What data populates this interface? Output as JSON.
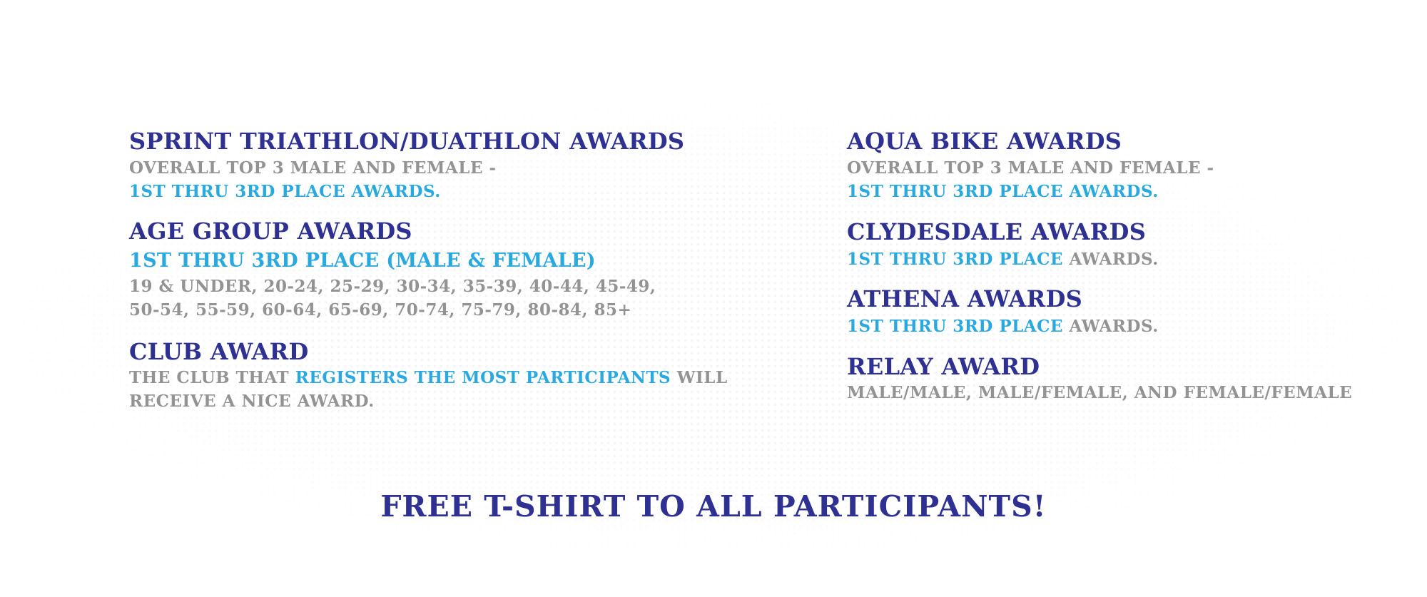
{
  "colors": {
    "heading": "#2e3192",
    "accent": "#29a9e0",
    "body_text": "#939393"
  },
  "left": {
    "sprint": {
      "heading": "SPRINT TRIATHLON/DUATHLON AWARDS",
      "line1": "OVERALL TOP 3 MALE AND FEMALE -",
      "line2": "1ST THRU 3RD PLACE AWARDS."
    },
    "age_group": {
      "heading": "AGE GROUP AWARDS",
      "subheading": "1ST THRU 3RD PLACE (MALE & FEMALE)",
      "line1": "19 & UNDER, 20-24, 25-29, 30-34, 35-39, 40-44, 45-49,",
      "line2": "50-54, 55-59, 60-64, 65-69, 70-74, 75-79, 80-84, 85+"
    },
    "club": {
      "heading": "CLUB AWARD",
      "text_prefix": "THE CLUB THAT",
      "text_highlight": "REGISTERS THE MOST PARTICIPANTS",
      "text_suffix": "WILL",
      "line2": "RECEIVE A NICE AWARD."
    }
  },
  "right": {
    "aqua_bike": {
      "heading": "AQUA BIKE AWARDS",
      "line1": "OVERALL TOP 3 MALE AND FEMALE -",
      "line2": "1ST THRU 3RD PLACE AWARDS."
    },
    "clydesdale": {
      "heading": "CLYDESDALE AWARDS",
      "highlight": "1ST THRU 3RD PLACE",
      "suffix": "AWARDS."
    },
    "athena": {
      "heading": "ATHENA AWARDS",
      "highlight": "1ST THRU 3RD PLACE",
      "suffix": "AWARDS."
    },
    "relay": {
      "heading": "RELAY AWARD",
      "line1": "MALE/MALE, MALE/FEMALE, AND FEMALE/FEMALE"
    }
  },
  "footer": {
    "text": "FREE T-SHIRT TO ALL PARTICIPANTS!"
  }
}
